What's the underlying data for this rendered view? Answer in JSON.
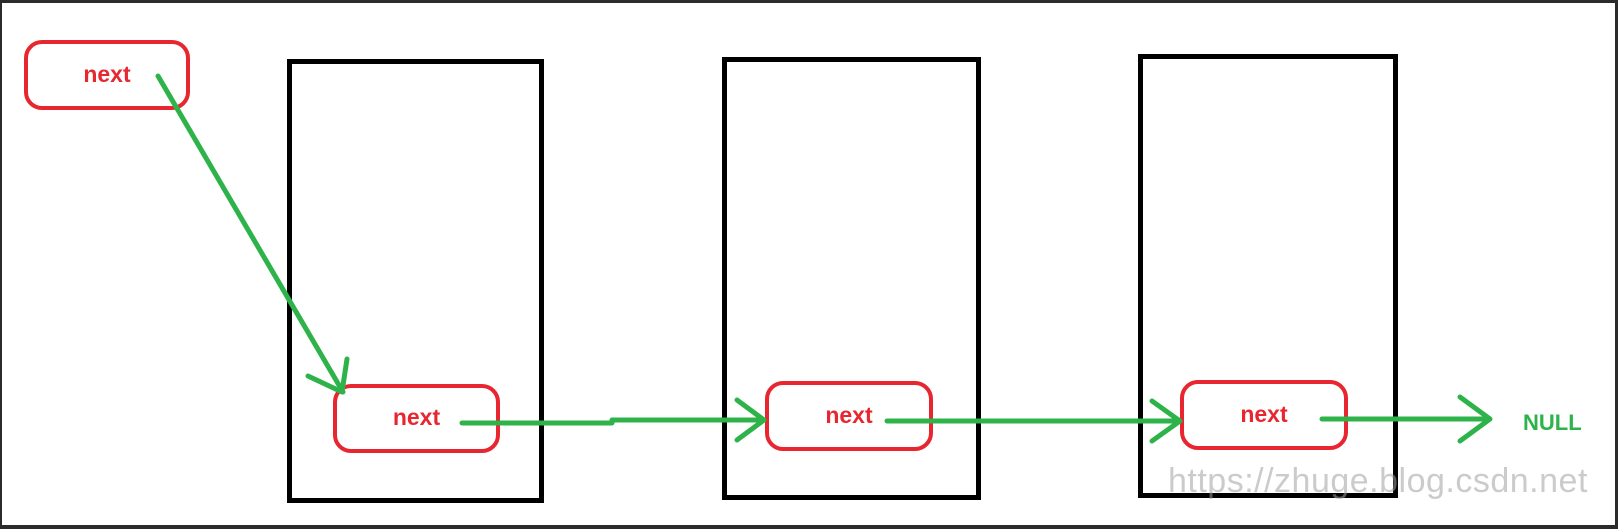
{
  "diagram": {
    "head_pointer_label": "next",
    "nodes": [
      {
        "pointer_label": "next"
      },
      {
        "pointer_label": "next"
      },
      {
        "pointer_label": "next"
      }
    ],
    "terminator_label": "NULL",
    "watermark": "https://zhuge.blog.csdn.net"
  },
  "colors": {
    "pointer": "#e8262f",
    "arrow": "#2db34a",
    "node_border": "#000000"
  }
}
